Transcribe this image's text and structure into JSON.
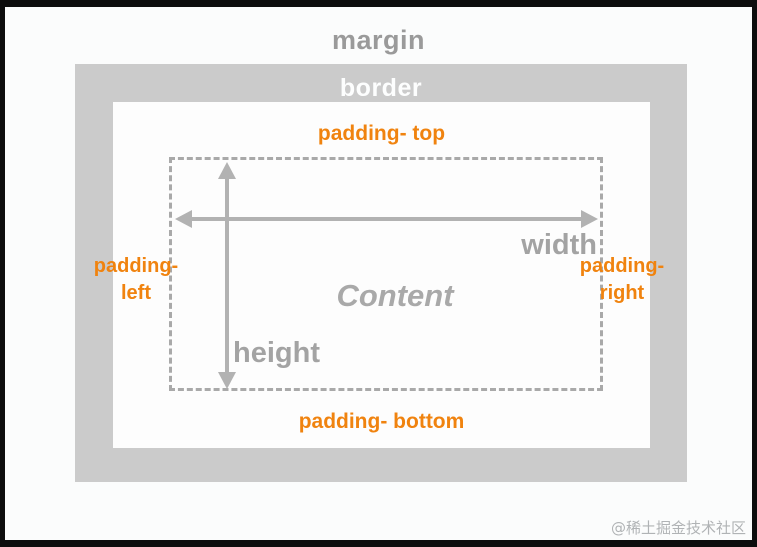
{
  "diagram": {
    "margin_label": "margin",
    "border_label": "border",
    "padding_top_label": "padding- top",
    "padding_left": {
      "line1": "padding-",
      "line2": "left"
    },
    "padding_right": {
      "line1": "padding-",
      "line2": "right"
    },
    "padding_bottom_label": "padding- bottom",
    "content_label": "Content",
    "width_label": "width",
    "height_label": "height"
  },
  "colors": {
    "accent_orange": "#f0830f",
    "gray_label": "#9a9a9a",
    "border_band_gray": "#cbcbcb",
    "border_label_white": "#fdfefe",
    "arrow_gray": "#b2b2b2",
    "dashed_outline_gray": "#a9a9a9",
    "frame_black": "#0d0d0d",
    "background_white": "#fbfcfc"
  },
  "watermark": "@稀土掘金技术社区"
}
